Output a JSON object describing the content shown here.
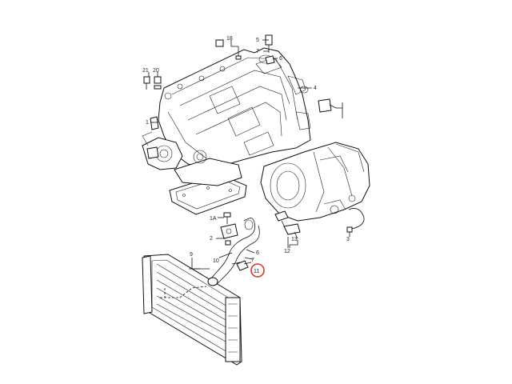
{
  "callouts": {
    "c1": "1",
    "c1a": "1A",
    "c2": "2",
    "c3": "3",
    "c4": "4",
    "c5": "5",
    "c6a": "6",
    "c6b": "6",
    "c7a": "7",
    "c7b": "7",
    "c9": "9",
    "c10": "10",
    "c11": "11",
    "c12": "12",
    "c13": "13",
    "c18": "18",
    "c20": "20",
    "c21": "21"
  },
  "highlight": {
    "label": "11",
    "color": "#e0342a"
  },
  "colors": {
    "line": "#111111",
    "fill": "#ffffff"
  }
}
